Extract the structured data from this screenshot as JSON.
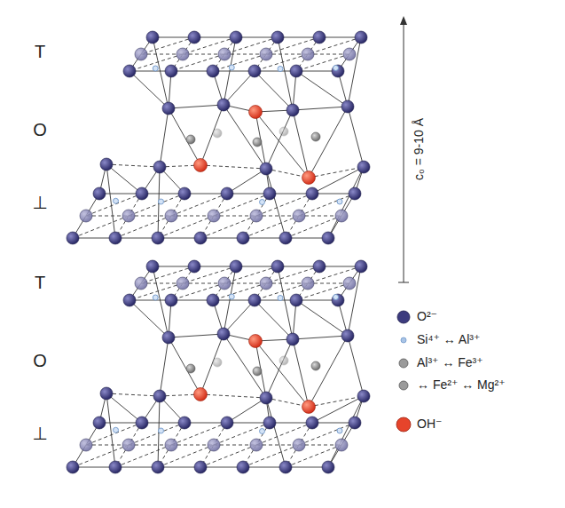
{
  "diagram": {
    "labels": [
      "T",
      "O",
      "⊥",
      "T",
      "O",
      "⊥",
      "c₀ = 9-10 Å"
    ],
    "legend": [
      {
        "text": "O²⁻",
        "color": "#3c3b7e"
      },
      {
        "text": "Si⁴⁺ ↔ Al³⁺",
        "color": "#a9c4e6"
      },
      {
        "text": "Al³⁺ ↔ Fe³⁺",
        "color": "#9b9b9b"
      },
      {
        "text": "↔ Fe²⁺ ↔ Mg²⁺",
        "color": "#9b9b9b"
      },
      {
        "text": "OH⁻",
        "color": "#e6442b"
      }
    ]
  }
}
